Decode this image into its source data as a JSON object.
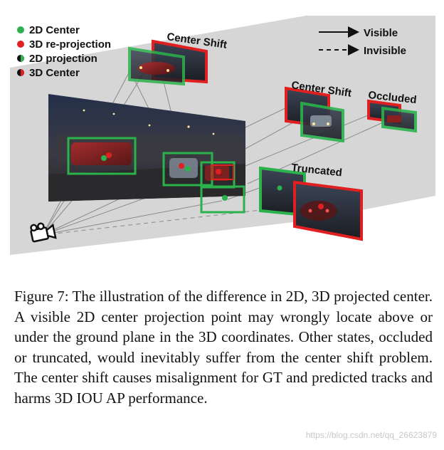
{
  "legend": {
    "items": [
      {
        "label": "2D Center",
        "color": "#2bb24c",
        "marker": "dot"
      },
      {
        "label": "3D re-projection",
        "color": "#e02020",
        "marker": "dot"
      },
      {
        "label": "2D projection",
        "color": "#2bb24c",
        "marker": "half-dot"
      },
      {
        "label": "3D Center",
        "color": "#e02020",
        "marker": "half-dot"
      }
    ],
    "line_styles": [
      {
        "label": "Visible",
        "style": "solid-arrow"
      },
      {
        "label": "Invisible",
        "style": "dashed-arrow"
      }
    ]
  },
  "annotations": {
    "center_shift_top": "Center Shift",
    "center_shift_mid": "Center Shift",
    "occluded": "Occluded",
    "truncated": "Truncated"
  },
  "colors": {
    "gt_box": "#2bb24c",
    "pred_box": "#e02020",
    "ground_plane": "#d6d6d6",
    "scene_bg": "#2a3140"
  },
  "caption": "Figure 7: The illustration of the difference in 2D, 3D projected center. A visible 2D center projection point may wrongly locate above or under the ground plane in the 3D coordinates. Other states, occluded or truncated, would inevitably suffer from the center shift problem. The center shift causes misalignment for GT and predicted tracks and harms 3D IOU AP performance.",
  "watermark": "https://blog.csdn.net/qq_26623879"
}
